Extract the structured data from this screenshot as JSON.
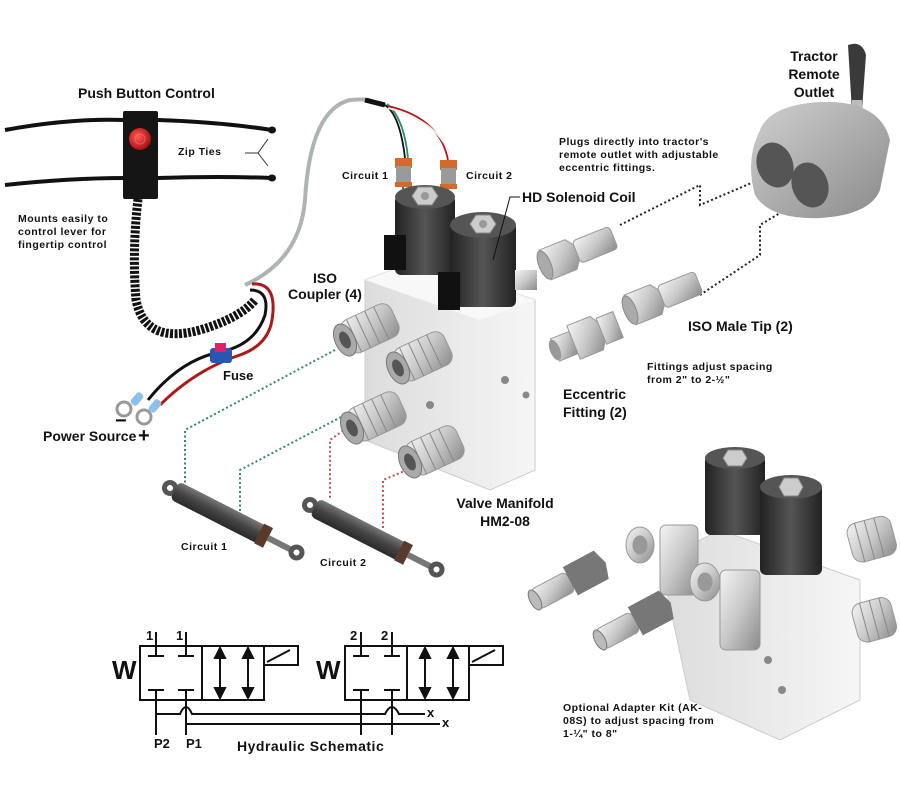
{
  "title": "Hydraulic Valve Kit Diagram",
  "labels": {
    "push_button_control": "Push Button Control",
    "zip_ties": "Zip Ties",
    "mounts_note": "Mounts easily to control lever for fingertip control",
    "fuse": "Fuse",
    "power_source": "Power Source",
    "minus": "−",
    "plus": "+",
    "connector_circuit_1": "Circuit 1",
    "connector_circuit_2": "Circuit 2",
    "hd_solenoid_coil": "HD Solenoid Coil",
    "iso_coupler": "ISO Coupler (4)",
    "iso_coupler_line1": "ISO",
    "iso_coupler_line2": "Coupler (4)",
    "plugs_note": "Plugs directly into tractor's remote outlet with adjustable eccentric fittings.",
    "tractor_remote_outlet_line1": "Tractor",
    "tractor_remote_outlet_line2": "Remote",
    "tractor_remote_outlet_line3": "Outlet",
    "iso_male_tip": "ISO Male Tip (2)",
    "fittings_note": "Fittings adjust spacing from 2\" to 2-½\"",
    "eccentric_fitting_line1": "Eccentric",
    "eccentric_fitting_line2": "Fitting (2)",
    "valve_manifold_line1": "Valve Manifold",
    "valve_manifold_line2": "HM2-08",
    "cylinder_circuit_1": "Circuit 1",
    "cylinder_circuit_2": "Circuit 2",
    "adapter_kit_note": "Optional Adapter Kit (AK-08S) to adjust spacing from 1-¼\" to 8\""
  },
  "schematic": {
    "title": "Hydraulic Schematic",
    "valve_1": {
      "symbol": "W",
      "port_a": "1",
      "port_b": "1"
    },
    "valve_2": {
      "symbol": "W",
      "port_a": "2",
      "port_b": "2"
    },
    "port_p2": "P2",
    "port_p1": "P1",
    "terminal_1": "x",
    "terminal_2": "x"
  },
  "colors": {
    "circuit_1_line": "#2e8b6a",
    "circuit_2_line": "#c0505a",
    "wire_red": "#b01818",
    "wire_black": "#111111",
    "button_red": "#d81c24",
    "fuse_blue": "#2a55b0",
    "fuse_pink": "#e0206a",
    "coil_dark": "#3a3a3a",
    "metal_light": "#d8d8d8",
    "outlet_gray": "#a8a8a8"
  }
}
